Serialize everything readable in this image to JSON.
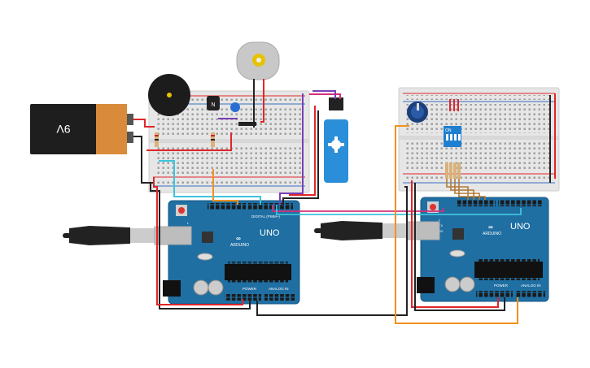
{
  "battery": {
    "label": "9V"
  },
  "transistor": {
    "label": "N"
  },
  "dip_switch": {
    "label": "ON",
    "numbers": [
      "1",
      "2",
      "3",
      "4"
    ]
  },
  "arduino_left": {
    "brand": "ARDUINO",
    "model": "UNO",
    "digital_label": "DIGITAL (PWM~)",
    "power_label": "POWER",
    "analog_label": "ANALOG IN",
    "tx_label": "TX",
    "rx_label": "RX",
    "l_label": "L"
  },
  "arduino_right": {
    "brand": "ARDUINO",
    "model": "UNO",
    "power_label": "POWER",
    "analog_label": "ANALOG IN",
    "tx_label": "TX",
    "rx_label": "RX",
    "l_label": "L"
  },
  "colors": {
    "arduino_board": "#1f6fa3",
    "breadboard": "#e8e8e8",
    "wire_red": "#e0262a",
    "wire_black": "#222222",
    "wire_orange": "#f0921e",
    "wire_cyan": "#3cc4dc",
    "wire_purple": "#7a3fb4",
    "wire_magenta": "#d4307a",
    "servo": "#2a8fd8",
    "battery_body": "#d98a3a"
  }
}
